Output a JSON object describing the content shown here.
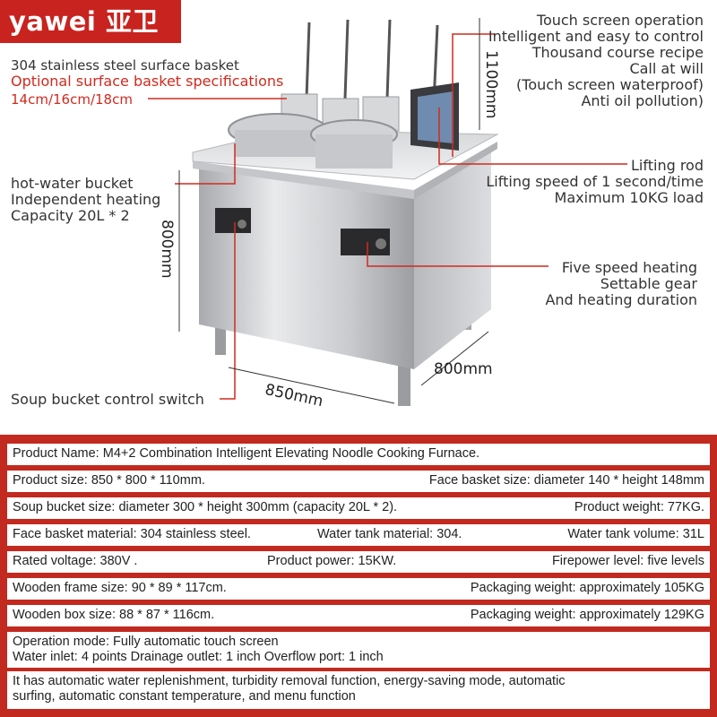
{
  "brand": {
    "logo_text": "yawei 亚卫"
  },
  "callouts": {
    "basket_line1": "304 stainless steel surface basket",
    "basket_line2": "Optional surface basket specifications",
    "basket_line3": "14cm/16cm/18cm",
    "bucket_line1": "hot-water bucket",
    "bucket_line2": "Independent heating",
    "bucket_line3": "Capacity 20L * 2",
    "switch": "Soup bucket control switch",
    "touch": [
      "Touch screen operation",
      "Intelligent and easy to control",
      "Thousand course recipe",
      "Call at will",
      "(Touch screen waterproof)",
      "Anti oil pollution)"
    ],
    "rod": [
      "Lifting rod",
      "Lifting speed of 1 second/time",
      "Maximum 10KG load"
    ],
    "heat": [
      "Five speed heating",
      "Settable gear",
      "And heating duration"
    ]
  },
  "dimensions": {
    "height": "1100mm",
    "leg_height": "800mm",
    "width": "850mm",
    "depth": "800mm"
  },
  "specs": {
    "r1": "Product Name: M4+2 Combination Intelligent Elevating Noodle Cooking Furnace.",
    "r2a": "Product size: 850 * 800 * 110mm.",
    "r2b": "Face basket size: diameter 140 * height 148mm",
    "r3a": "Soup bucket size: diameter 300 * height 300mm (capacity 20L * 2).",
    "r3b": "Product weight: 77KG.",
    "r4a": "Face basket material: 304 stainless steel.",
    "r4b": "Water tank material: 304.",
    "r4c": "Water tank volume: 31L",
    "r5a": "Rated voltage: 380V .",
    "r5b": "Product power: 15KW.",
    "r5c": "Firepower level: five levels",
    "r6a": "Wooden frame size: 90 * 89 * 117cm.",
    "r6b": "Packaging weight: approximately 105KG",
    "r7a": "Wooden box size: 88 * 87 * 116cm.",
    "r7b": "Packaging weight: approximately 129KG",
    "r8a": "Operation mode: Fully automatic touch screen",
    "r8b": "Water inlet: 4 points Drainage outlet: 1 inch Overflow port: 1 inch",
    "r9a": "It has automatic water replenishment, turbidity removal function, energy-saving mode, automatic",
    "r9b": "surfing, automatic constant temperature, and menu function"
  }
}
